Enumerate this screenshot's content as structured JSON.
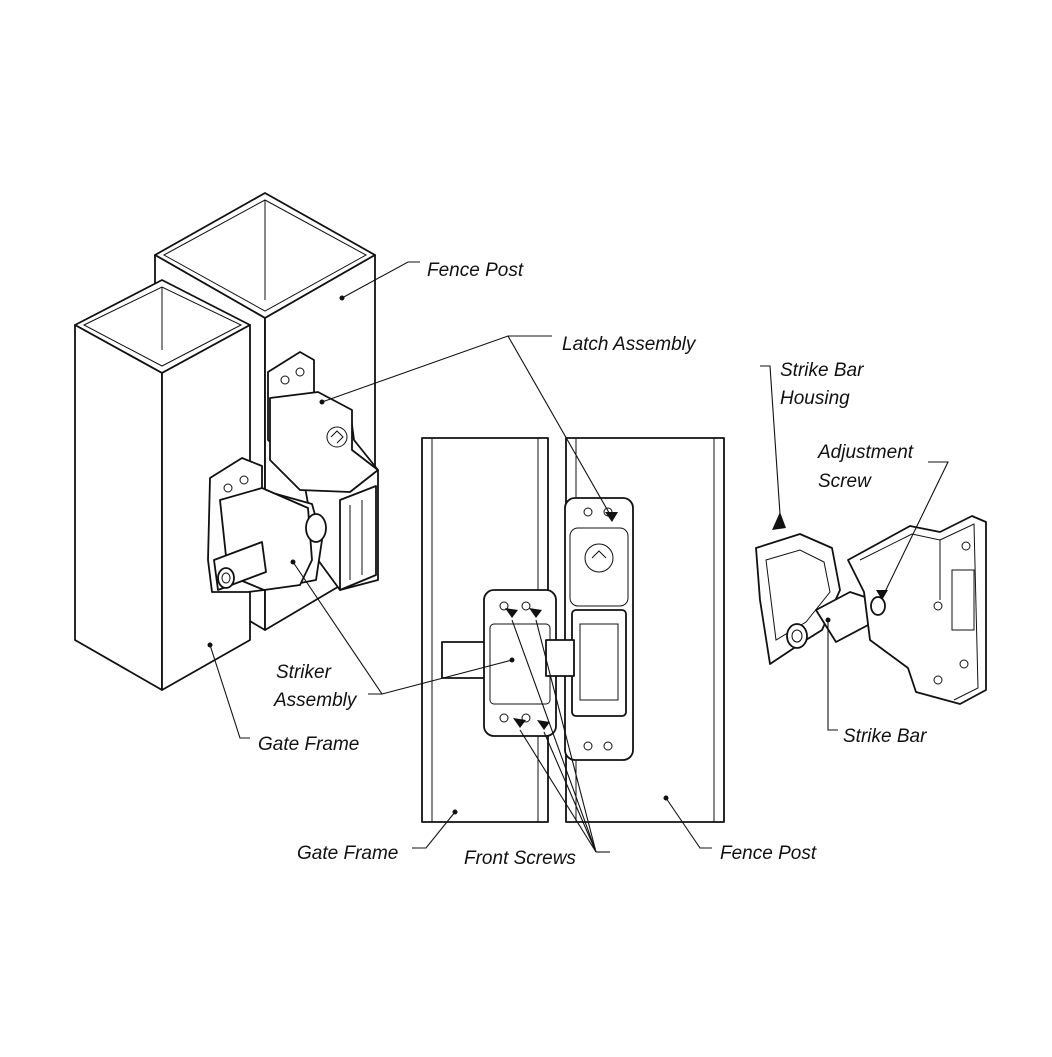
{
  "diagram": {
    "labels": {
      "fence_post_top": "Fence Post",
      "latch_assembly": "Latch Assembly",
      "strike_bar_housing_1": "Strike Bar",
      "strike_bar_housing_2": "Housing",
      "adjustment_screw_1": "Adjustment",
      "adjustment_screw_2": "Screw",
      "striker_assembly_1": "Striker",
      "striker_assembly_2": "Assembly",
      "gate_frame_left": "Gate Frame",
      "strike_bar": "Strike Bar",
      "gate_frame_bottom": "Gate Frame",
      "front_screws": "Front Screws",
      "fence_post_bottom": "Fence Post"
    },
    "colors": {
      "line": "#111111",
      "background": "#ffffff"
    }
  }
}
